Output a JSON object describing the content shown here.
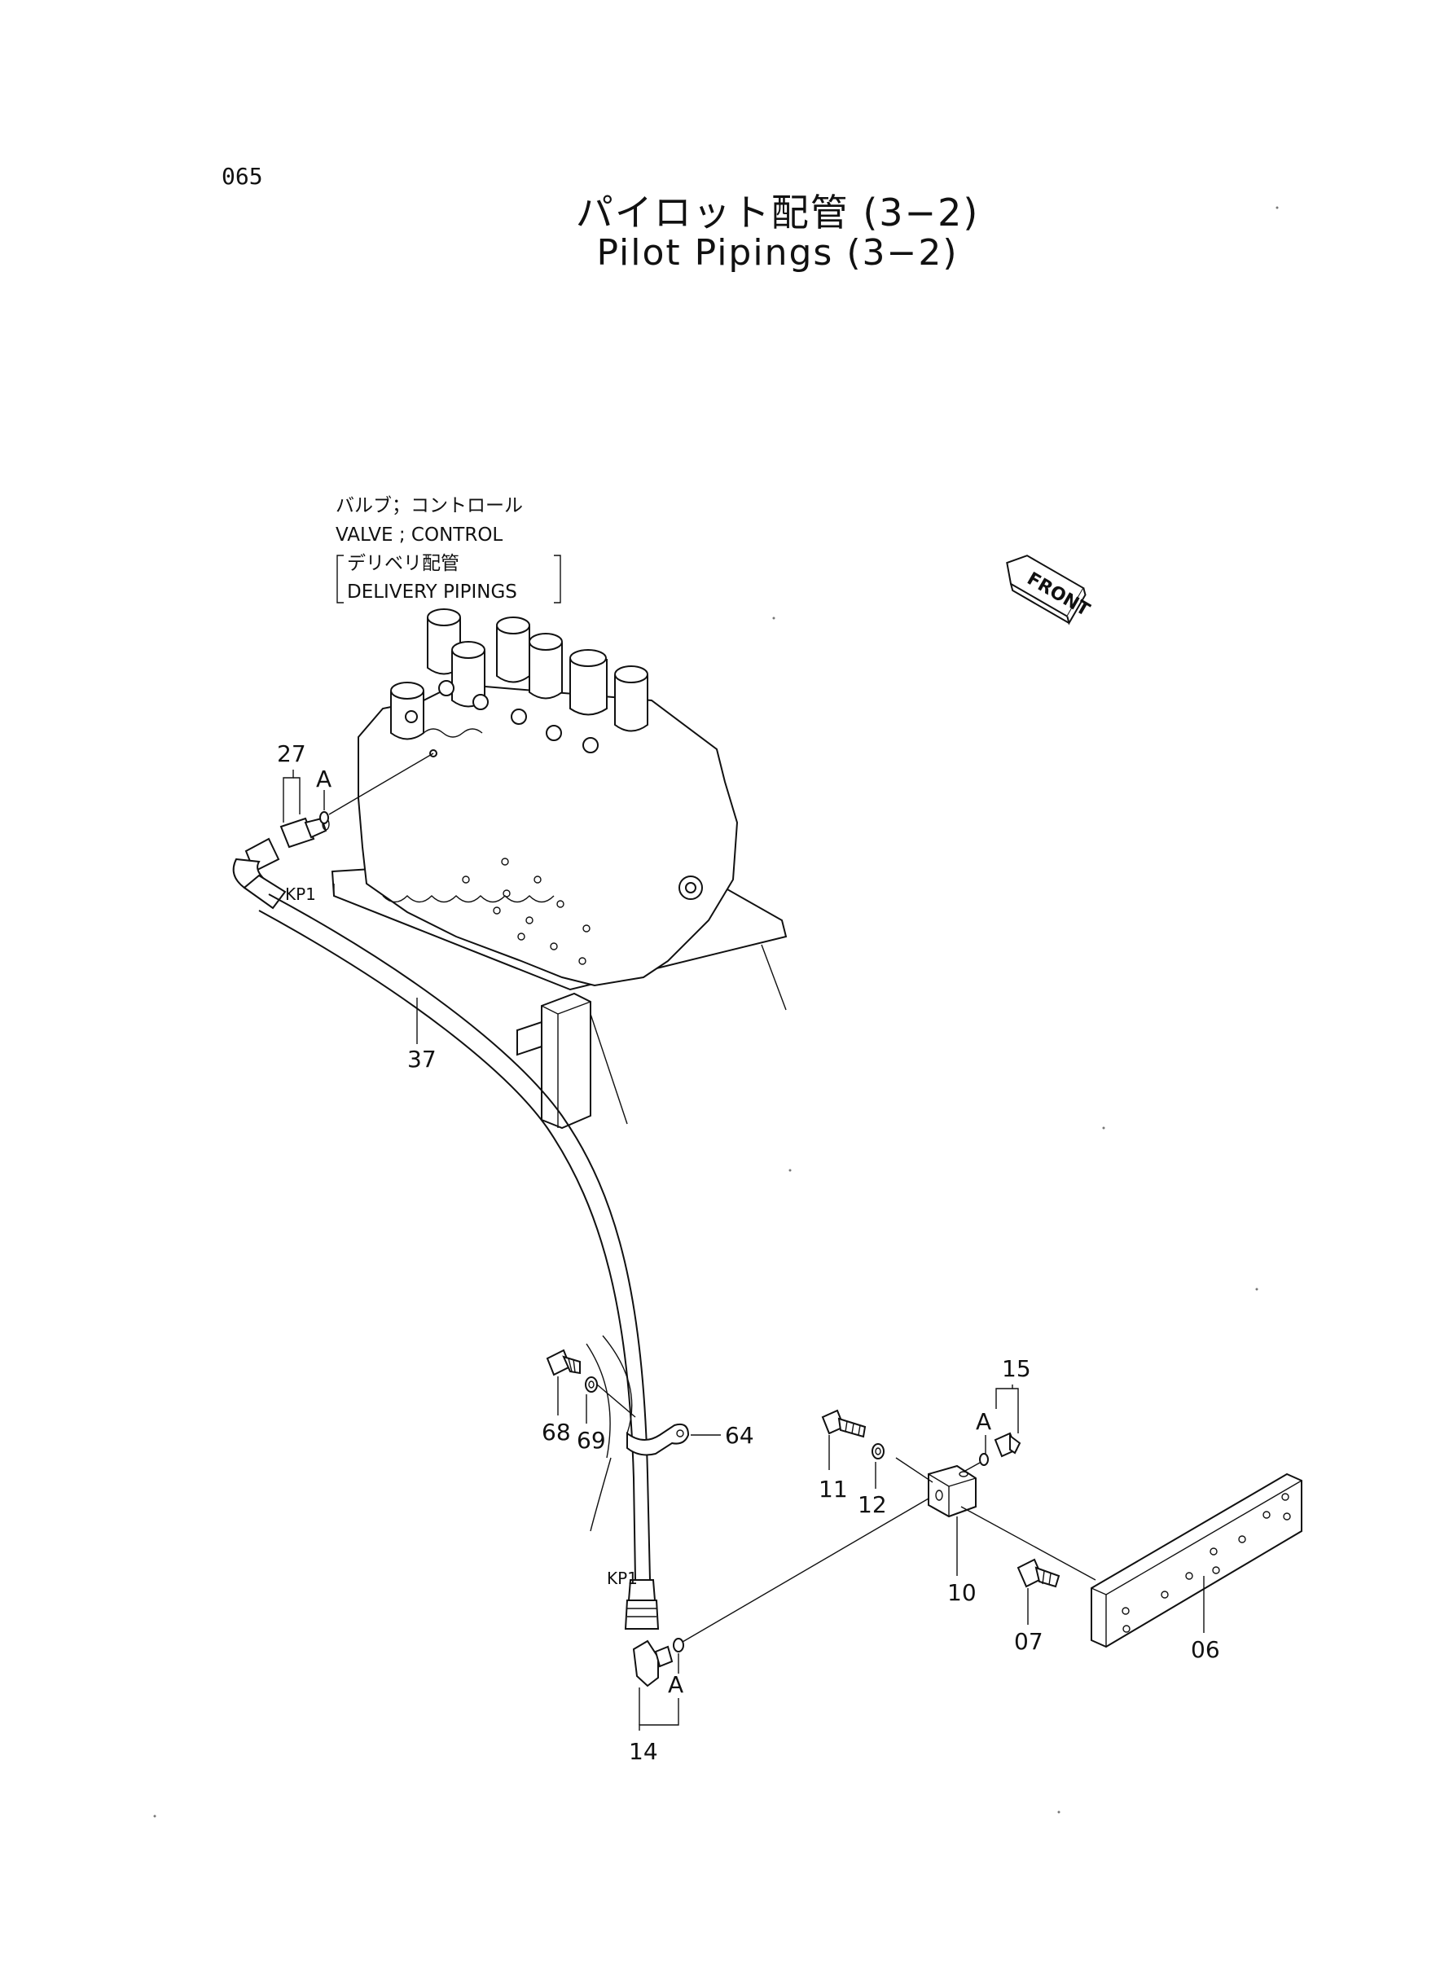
{
  "page": {
    "number": "065"
  },
  "title": {
    "japanese": "パイロット配管 (3−2)",
    "english": "Pilot Pipings (3−2)"
  },
  "note": {
    "line1": "バルブ；コントロール",
    "line2": "VALVE ; CONTROL",
    "line3": "デリベリ配管",
    "line4": "DELIVERY PIPINGS"
  },
  "front_arrow": {
    "label": "FRONT"
  },
  "ports": {
    "kp1_top": "KP1",
    "kp1_bottom": "KP1"
  },
  "callouts": {
    "c27": "27",
    "a_top": "A",
    "c37": "37",
    "c68": "68",
    "c69": "69",
    "c64": "64",
    "c15": "15",
    "a_right": "A",
    "c11": "11",
    "c12": "12",
    "c10": "10",
    "c07": "07",
    "c06": "06",
    "a_bottom": "A",
    "c14": "14"
  }
}
